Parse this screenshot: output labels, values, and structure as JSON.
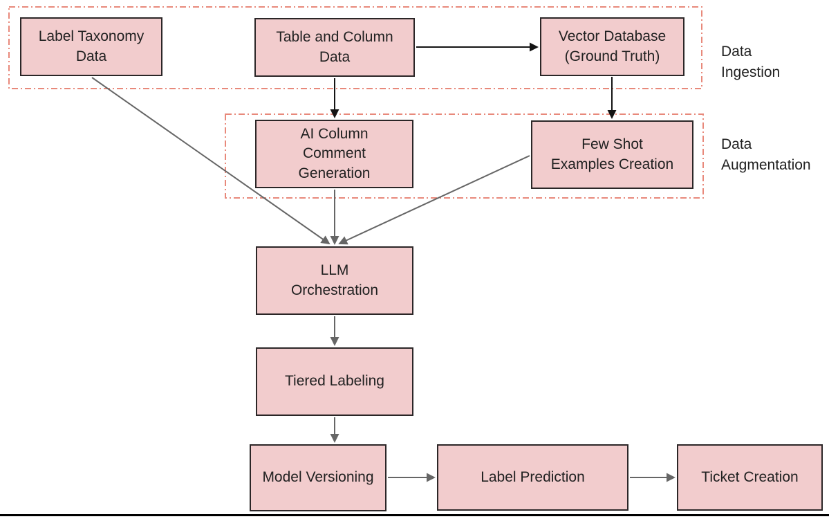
{
  "colors": {
    "background": "#ffffff",
    "node_fill": "#f2cccd",
    "node_border": "#2b2627",
    "node_text": "#212121",
    "region_outline": "#e8897b",
    "region_label_text": "#212121",
    "arrow_black": "#141414",
    "arrow_gray": "#666666",
    "bottom_line": "#000000"
  },
  "regions": {
    "ingestion": {
      "label": "Data\nIngestion"
    },
    "augmentation": {
      "label": "Data\nAugmentation"
    }
  },
  "nodes": {
    "label_taxonomy_data": {
      "label": "Label Taxonomy\nData"
    },
    "table_column_data": {
      "label": "Table and Column\nData"
    },
    "vector_database": {
      "label": "Vector Database\n(Ground Truth)"
    },
    "ai_column_comment": {
      "label": "AI Column\nComment\nGeneration"
    },
    "few_shot_examples": {
      "label": "Few Shot\nExamples Creation"
    },
    "llm_orchestration": {
      "label": "LLM\nOrchestration"
    },
    "tiered_labeling": {
      "label": "Tiered Labeling"
    },
    "model_versioning": {
      "label": "Model Versioning"
    },
    "label_prediction": {
      "label": "Label Prediction"
    },
    "ticket_creation": {
      "label": "Ticket Creation"
    }
  },
  "edges": [
    {
      "from": "table_column_data",
      "to": "vector_database",
      "style": "black"
    },
    {
      "from": "table_column_data",
      "to": "ai_column_comment",
      "style": "black"
    },
    {
      "from": "vector_database",
      "to": "few_shot_examples",
      "style": "black"
    },
    {
      "from": "label_taxonomy_data",
      "to": "llm_orchestration",
      "style": "gray"
    },
    {
      "from": "ai_column_comment",
      "to": "llm_orchestration",
      "style": "gray"
    },
    {
      "from": "few_shot_examples",
      "to": "llm_orchestration",
      "style": "gray"
    },
    {
      "from": "llm_orchestration",
      "to": "tiered_labeling",
      "style": "gray"
    },
    {
      "from": "tiered_labeling",
      "to": "model_versioning",
      "style": "gray"
    },
    {
      "from": "model_versioning",
      "to": "label_prediction",
      "style": "gray"
    },
    {
      "from": "label_prediction",
      "to": "ticket_creation",
      "style": "gray"
    }
  ]
}
